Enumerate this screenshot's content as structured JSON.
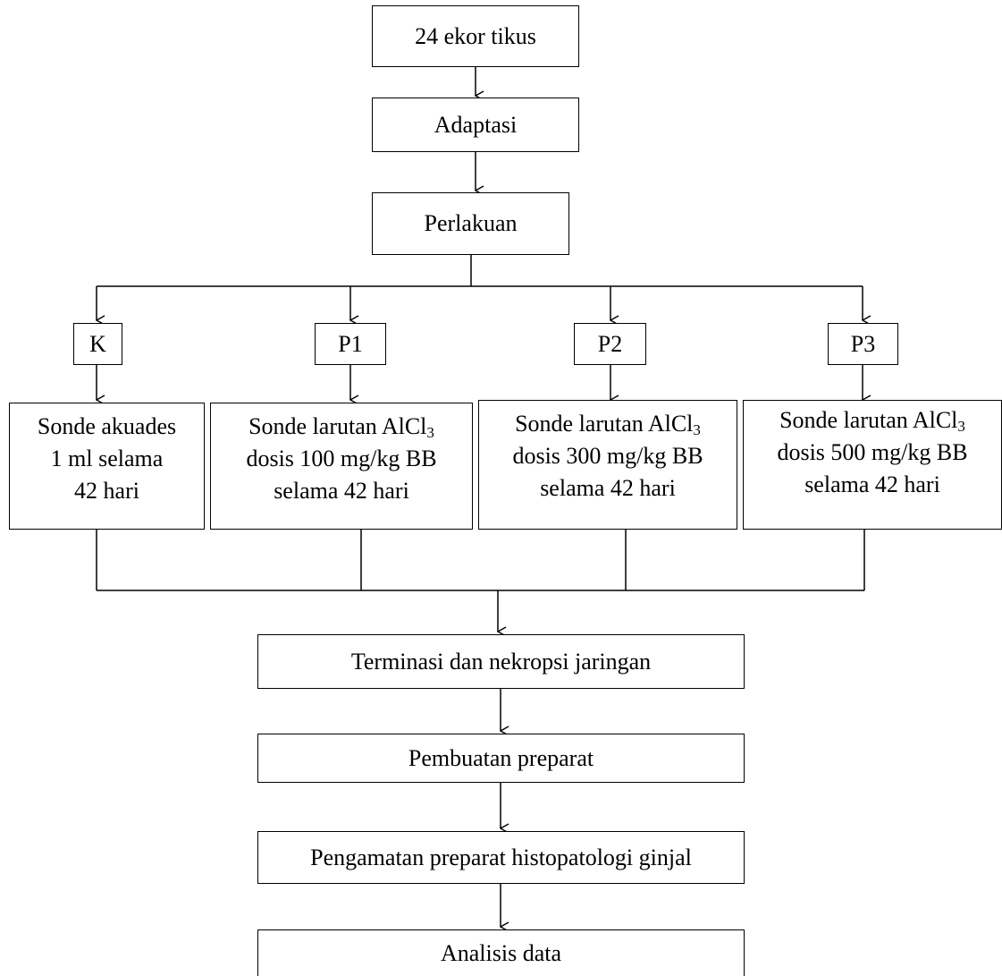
{
  "flow": {
    "start": "24 ekor tikus",
    "adaptation": "Adaptasi",
    "treatment": "Perlakuan",
    "groups": [
      {
        "label": "K",
        "line1": "Sonde akuades",
        "line2": "1 ml selama",
        "line3": "42 hari"
      },
      {
        "label": "P1",
        "line1_text": "Sonde larutan AlCl",
        "line1_sub": "3",
        "line2": "dosis 100 mg/kg BB",
        "line3": "selama 42 hari"
      },
      {
        "label": "P2",
        "line1_text": "Sonde larutan AlCl",
        "line1_sub": "3",
        "line2": "dosis 300 mg/kg BB",
        "line3": "selama 42 hari"
      },
      {
        "label": "P3",
        "line1_text": "Sonde larutan AlCl",
        "line1_sub": "3",
        "line2": "dosis 500 mg/kg BB",
        "line3": "selama 42 hari"
      }
    ],
    "termination": "Terminasi dan nekropsi jaringan",
    "preparation": "Pembuatan preparat",
    "observation": "Pengamatan preparat histopatologi ginjal",
    "analysis": "Analisis data"
  }
}
